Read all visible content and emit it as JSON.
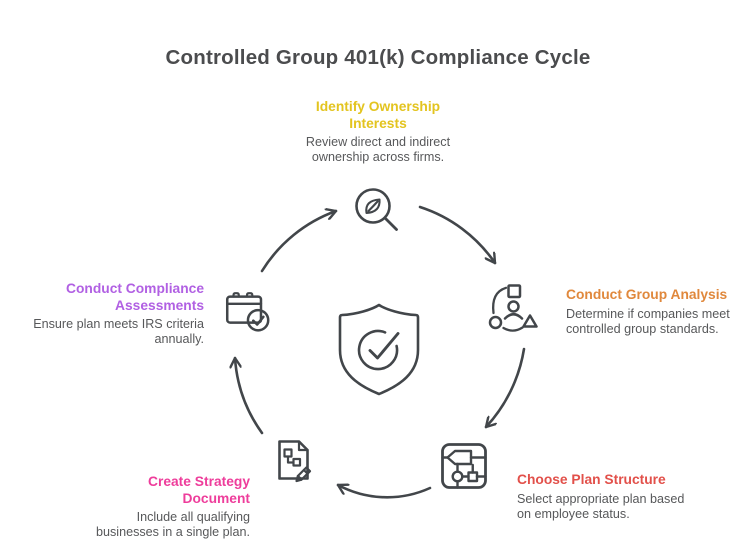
{
  "title": "Controlled Group 401(k) Compliance Cycle",
  "colors": {
    "background": "#FFFFFF",
    "ink": "#42464A",
    "title_text": "#4B4C4E",
    "body_text": "#57585A"
  },
  "stages": [
    {
      "position": "top",
      "heading": "Identify Ownership\nInterests",
      "body": "Review direct and indirect\nownership across firms.",
      "color": "#E3C41F",
      "icon": "magnifier-leaf-icon"
    },
    {
      "position": "right",
      "heading": "Conduct Group Analysis",
      "body": "Determine if companies meet\ncontrolled group standards.",
      "color": "#E0883C",
      "icon": "group-analysis-icon"
    },
    {
      "position": "bottom-right",
      "heading": "Choose Plan Structure",
      "body": "Select appropriate plan based\non employee status.",
      "color": "#E2504A",
      "icon": "plan-structure-icon"
    },
    {
      "position": "bottom-left",
      "heading": "Create Strategy\nDocument",
      "body": "Include all qualifying\nbusinesses in a single plan.",
      "color": "#EE3D9B",
      "icon": "strategy-document-icon"
    },
    {
      "position": "left",
      "heading": "Conduct Compliance\nAssessments",
      "body": "Ensure plan meets IRS criteria\nannually.",
      "color": "#B160E3",
      "icon": "calendar-check-icon"
    }
  ],
  "center": {
    "icon": "shield-check-icon"
  }
}
